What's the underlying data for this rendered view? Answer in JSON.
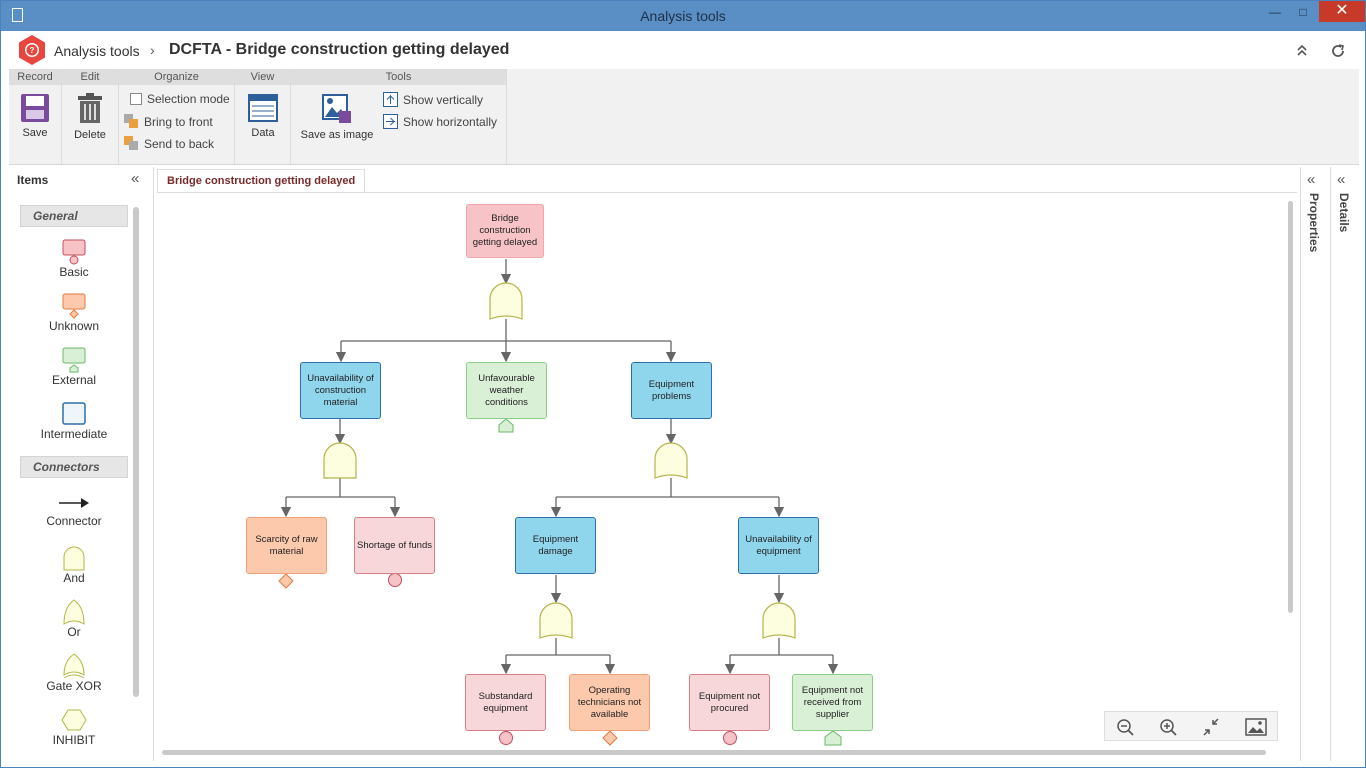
{
  "window": {
    "title": "Analysis tools"
  },
  "header": {
    "crumb_root": "Analysis tools",
    "crumb_sep": "›",
    "crumb_current": "DCFTA - Bridge construction getting delayed"
  },
  "ribbon": {
    "groups": {
      "record": "Record",
      "edit": "Edit",
      "organize": "Organize",
      "view": "View",
      "tools": "Tools"
    },
    "save": "Save",
    "delete": "Delete",
    "selection_mode": "Selection mode",
    "bring_to_front": "Bring to front",
    "send_to_back": "Send to back",
    "data": "Data",
    "save_as_image": "Save as image",
    "show_vertically": "Show vertically",
    "show_horizontally": "Show horizontally"
  },
  "items_panel": {
    "title": "Items",
    "general": "General",
    "basic": "Basic",
    "unknown": "Unknown",
    "external": "External",
    "intermediate": "Intermediate",
    "connectors": "Connectors",
    "connector": "Connector",
    "and": "And",
    "or": "Or",
    "gate_xor": "Gate XOR",
    "inhibit": "INHIBIT"
  },
  "canvas": {
    "tab": "Bridge construction getting delayed",
    "nodes": {
      "top": "Bridge construction getting delayed",
      "unavail_material": "Unavailability of construction material",
      "weather": "Unfavourable weather conditions",
      "equip_problems": "Equipment problems",
      "scarcity": "Scarcity of raw material",
      "shortage": "Shortage of funds",
      "equip_damage": "Equipment damage",
      "unavail_equipment": "Unavailability of equipment",
      "substandard": "Substandard equipment",
      "operating": "Operating technicians not available",
      "not_procured": "Equipment not procured",
      "not_received": "Equipment not received from supplier"
    }
  },
  "right_panels": {
    "properties": "Properties",
    "details": "Details"
  },
  "colors": {
    "red_node": "#f7c3c6",
    "blue_node": "#8fd5ec",
    "green_node": "#d9efd6",
    "orange_node": "#fcc9ad",
    "gate": "#fdfde0"
  }
}
